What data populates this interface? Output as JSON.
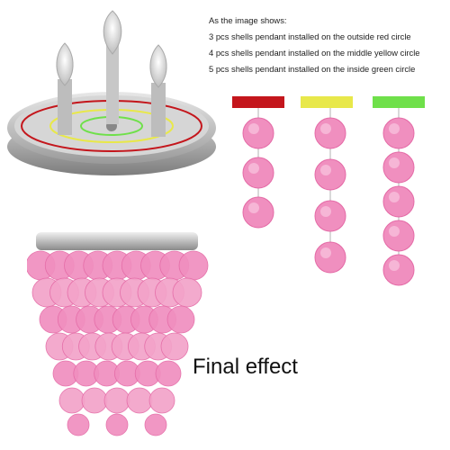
{
  "description": {
    "heading": "As the image shows:",
    "lines": [
      "3 pcs shells pendant installed on the outside red circle",
      "4 pcs shells pendant installed on the middle yellow circle",
      "5 pcs shells pendant installed on the inside green circle"
    ]
  },
  "circle_colors": {
    "red": "#c4161c",
    "yellow": "#e8e84a",
    "green": "#6fe04a"
  },
  "pendants": [
    {
      "color": "red",
      "count": 3
    },
    {
      "color": "yellow",
      "count": 4
    },
    {
      "color": "green",
      "count": 5
    }
  ],
  "final_label": "Final effect",
  "shell_color": "#f08fbf"
}
